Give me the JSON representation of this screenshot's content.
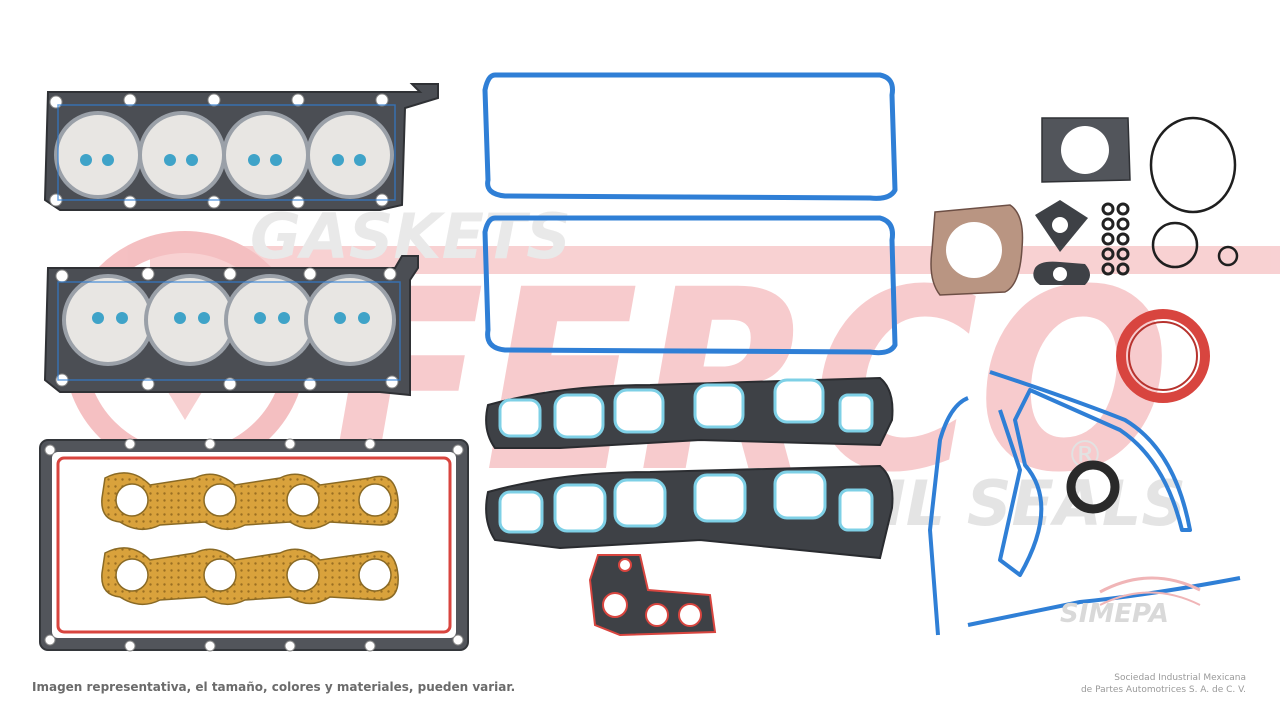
{
  "watermark": {
    "tagline_top": "GASKETS",
    "brand": "FERCO",
    "tagline_bottom": "OIL SEALS",
    "registered": "®",
    "brand_color": "#e84a4f"
  },
  "simepa": {
    "logo_text": "SIMEPA",
    "company_line1": "Sociedad Industrial Mexicana",
    "company_line2": "de Partes Automotrices S. A. de C. V."
  },
  "disclaimer": "Imagen representativa, el tamaño, colores y materiales, pueden variar.",
  "colors": {
    "blue_gasket": "#2f7fd6",
    "graphite": "#4a4d52",
    "red_gasket": "#d8453f",
    "copper": "#d9a23c"
  }
}
